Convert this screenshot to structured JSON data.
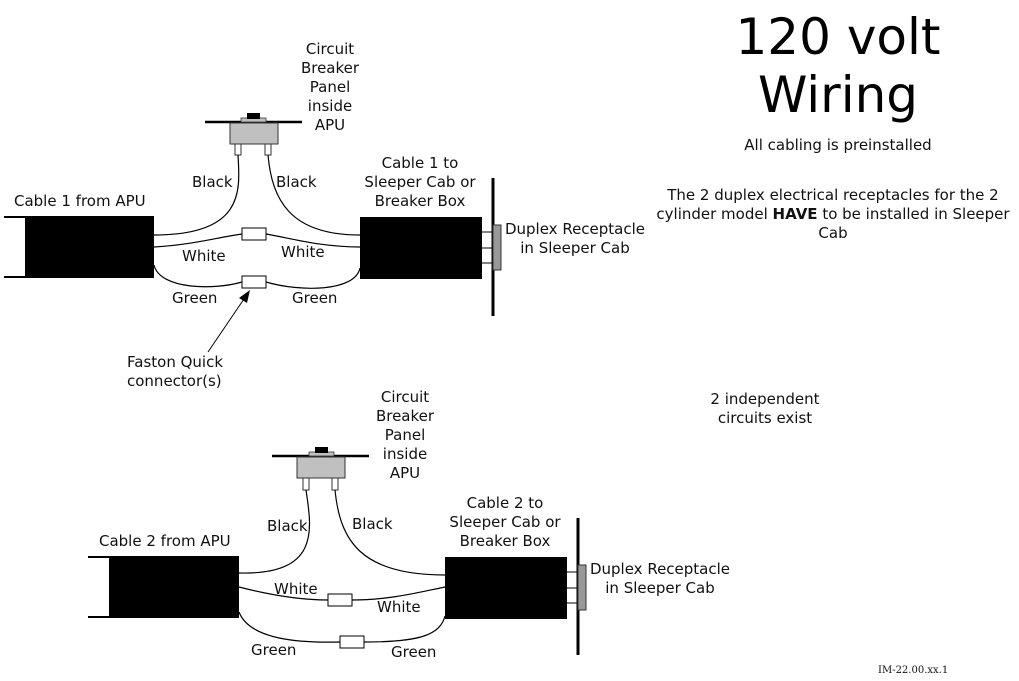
{
  "title": {
    "line1": "120 volt",
    "line2": "Wiring",
    "subtitle": "All cabling is preinstalled"
  },
  "note": {
    "before": "The 2 duplex electrical receptacles for the 2 cylinder model ",
    "emphasis": "HAVE",
    "after": " to be installed in Sleeper Cab"
  },
  "independent_note": [
    "2 independent",
    "circuits exist"
  ],
  "doc_code": "IM-22.00.xx.1",
  "circuit1": {
    "breaker_label": [
      "Circuit",
      "Breaker",
      "Panel",
      "inside",
      "APU"
    ],
    "source_cable": "Cable 1 from APU",
    "dest_cable": [
      "Cable 1 to",
      "Sleeper Cab or",
      "Breaker Box"
    ],
    "receptacle": [
      "Duplex Receptacle",
      "in Sleeper Cab"
    ],
    "wires": {
      "black_left": "Black",
      "black_right": "Black",
      "white_left": "White",
      "white_right": "White",
      "green_left": "Green",
      "green_right": "Green"
    },
    "connector_callout": [
      "Faston Quick",
      "connector(s)"
    ]
  },
  "circuit2": {
    "breaker_label": [
      "Circuit",
      "Breaker",
      "Panel",
      "inside",
      "APU"
    ],
    "source_cable": "Cable 2 from APU",
    "dest_cable": [
      "Cable 2 to",
      "Sleeper Cab or",
      "Breaker Box"
    ],
    "receptacle": [
      "Duplex Receptacle",
      "in Sleeper Cab"
    ],
    "wires": {
      "black_left": "Black",
      "black_right": "Black",
      "white_left": "White",
      "white_right": "White",
      "green_left": "Green",
      "green_right": "Green"
    }
  },
  "colors": {
    "cable": "#000000",
    "breaker_body": "#c0c0c0",
    "receptacle": "#999999"
  }
}
